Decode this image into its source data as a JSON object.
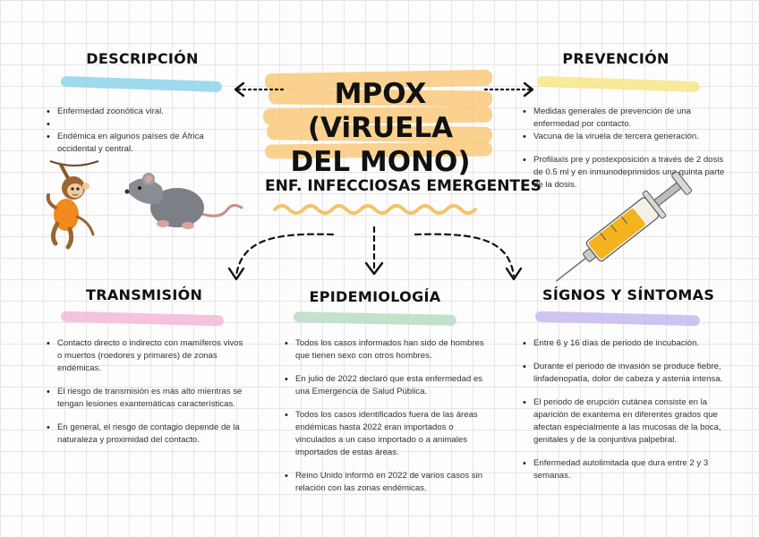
{
  "title": "MPOX (VIRUELA DEL MONO)",
  "title_lines": [
    "MPOX (ViRUELA",
    "DEL MONO)"
  ],
  "subtitle": "ENF. INFECCIOSAS EMERGENTES",
  "colors": {
    "title_highlight": "#f9c97a",
    "descripcion_swash": "#8fd3ec",
    "prevencion_swash": "#f7e58a",
    "transmision_swash": "#f5b8d6",
    "epidemiologia_swash": "#b9dcc3",
    "signos_swash": "#c8b8ee"
  },
  "sections": {
    "descripcion": {
      "heading": "DESCRIPCIÓN",
      "items": [
        "Enfermedad zoonótica viral.",
        "",
        "Endémica en algunos países de África occidental y central."
      ]
    },
    "prevencion": {
      "heading": "PREVENCIÓN",
      "items": [
        "Medidas generales de prevención de una enfermedad por contacto.",
        "Vacuna de la viruela de tercera generación.",
        "Profilaxis pre y postexposición a través de 2 dosis de 0.5 ml y en inmunodeprimidos una quinta parte de la dosis."
      ]
    },
    "transmision": {
      "heading": "TRANSMISIÓN",
      "items": [
        "Contacto directo o indirecto con mamíferos vivos o muertos (roedores y primares) de zonas endémicas.",
        "El riesgo de transmisión es más alto mientras se tengan lesiones exantemáticas características.",
        "En general, el riesgo de contagio depende de la naturaleza y proximidad del contacto."
      ]
    },
    "epidemiologia": {
      "heading": "EPIDEMIOLOGÍA",
      "items": [
        "Todos los casos informados han sido de hombres que tienen sexo con otros hombres.",
        "En julio de 2022 declaró que esta enfermedad es una Emergencia de Salud Pública.",
        "Todos los casos identificados fuera de las áreas endémicas hasta 2022 eran importados o vinculados a un caso importado o a animales importados de estas áreas.",
        "Reino Unido informó en 2022 de varios casos sin relación con las zonas endémicas."
      ]
    },
    "signos": {
      "heading": "SÍGNOS Y SÍNTOMAS",
      "items": [
        "Entre 6 y 16 días de periodo de incubación.",
        "Durante el periodo de invasión se produce fiebre, linfadenopatía, dolor de cabeza y astenia intensa.",
        "El periodo de erupción cutánea consiste en la aparición de exantema en diferentes grados que afectan especialmente a las mucosas de la boca, genitales y de la conjuntiva palpebral.",
        "Enfermedad autolimitada que dura entre 2 y 3 semanas."
      ]
    }
  },
  "illustrations": [
    "monkey-illustration",
    "rat-illustration",
    "syringe-illustration"
  ]
}
